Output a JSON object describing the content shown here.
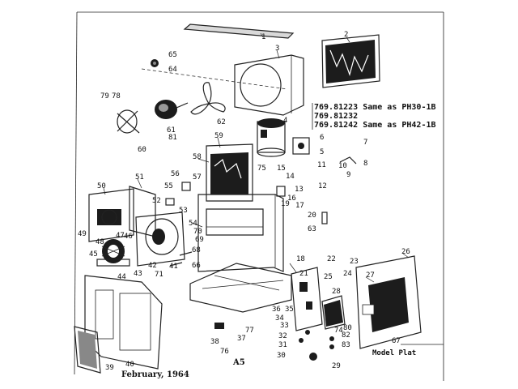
{
  "model_refs": [
    "769.81223 Same as PH30-1B",
    "769.81232",
    "769.81242 Same as PH42-1B"
  ],
  "page_code": "A5",
  "footer_date": "February, 1964",
  "model_plate": "Model Plat",
  "callouts": {
    "c1": "1",
    "c2": "2",
    "c3": "3",
    "c4": "4",
    "c5": "5",
    "c6": "6",
    "c7": "7",
    "c8": "8",
    "c9": "9",
    "c10": "10",
    "c11": "11",
    "c12": "12",
    "c13": "13",
    "c14": "14",
    "c15": "15",
    "c16": "16",
    "c17": "17",
    "c18": "18",
    "c19": "19",
    "c20": "20",
    "c21": "21",
    "c22": "22",
    "c23": "23",
    "c24": "24",
    "c25": "25",
    "c26": "26",
    "c27": "27",
    "c28": "28",
    "c29": "29",
    "c30": "30",
    "c31": "31",
    "c32": "32",
    "c33": "33",
    "c34": "34",
    "c35": "35",
    "c36": "36",
    "c37": "37",
    "c38": "38",
    "c39": "39",
    "c40": "40",
    "c41": "41",
    "c42": "42",
    "c43": "43",
    "c44": "44",
    "c45": "45",
    "c46": "46",
    "c47": "47",
    "c48": "48",
    "c49": "49",
    "c50": "50",
    "c51": "51",
    "c52": "52",
    "c53": "53",
    "c54": "54",
    "c55": "55",
    "c56": "56",
    "c57": "57",
    "c58": "58",
    "c59": "59",
    "c60": "60",
    "c61": "61",
    "c62": "62",
    "c63": "63",
    "c64": "64",
    "c65": "65",
    "c66": "66",
    "c67": "67",
    "c68": "68",
    "c69": "69",
    "c70": "70",
    "c71": "71",
    "c74": "74",
    "c75": "75",
    "c76": "76",
    "c77": "77",
    "c78": "78",
    "c79": "79",
    "c80": "80",
    "c81": "81",
    "c82": "82",
    "c83": "83"
  },
  "colors": {
    "ink": "#1c1c1c",
    "paper": "#ffffff"
  }
}
